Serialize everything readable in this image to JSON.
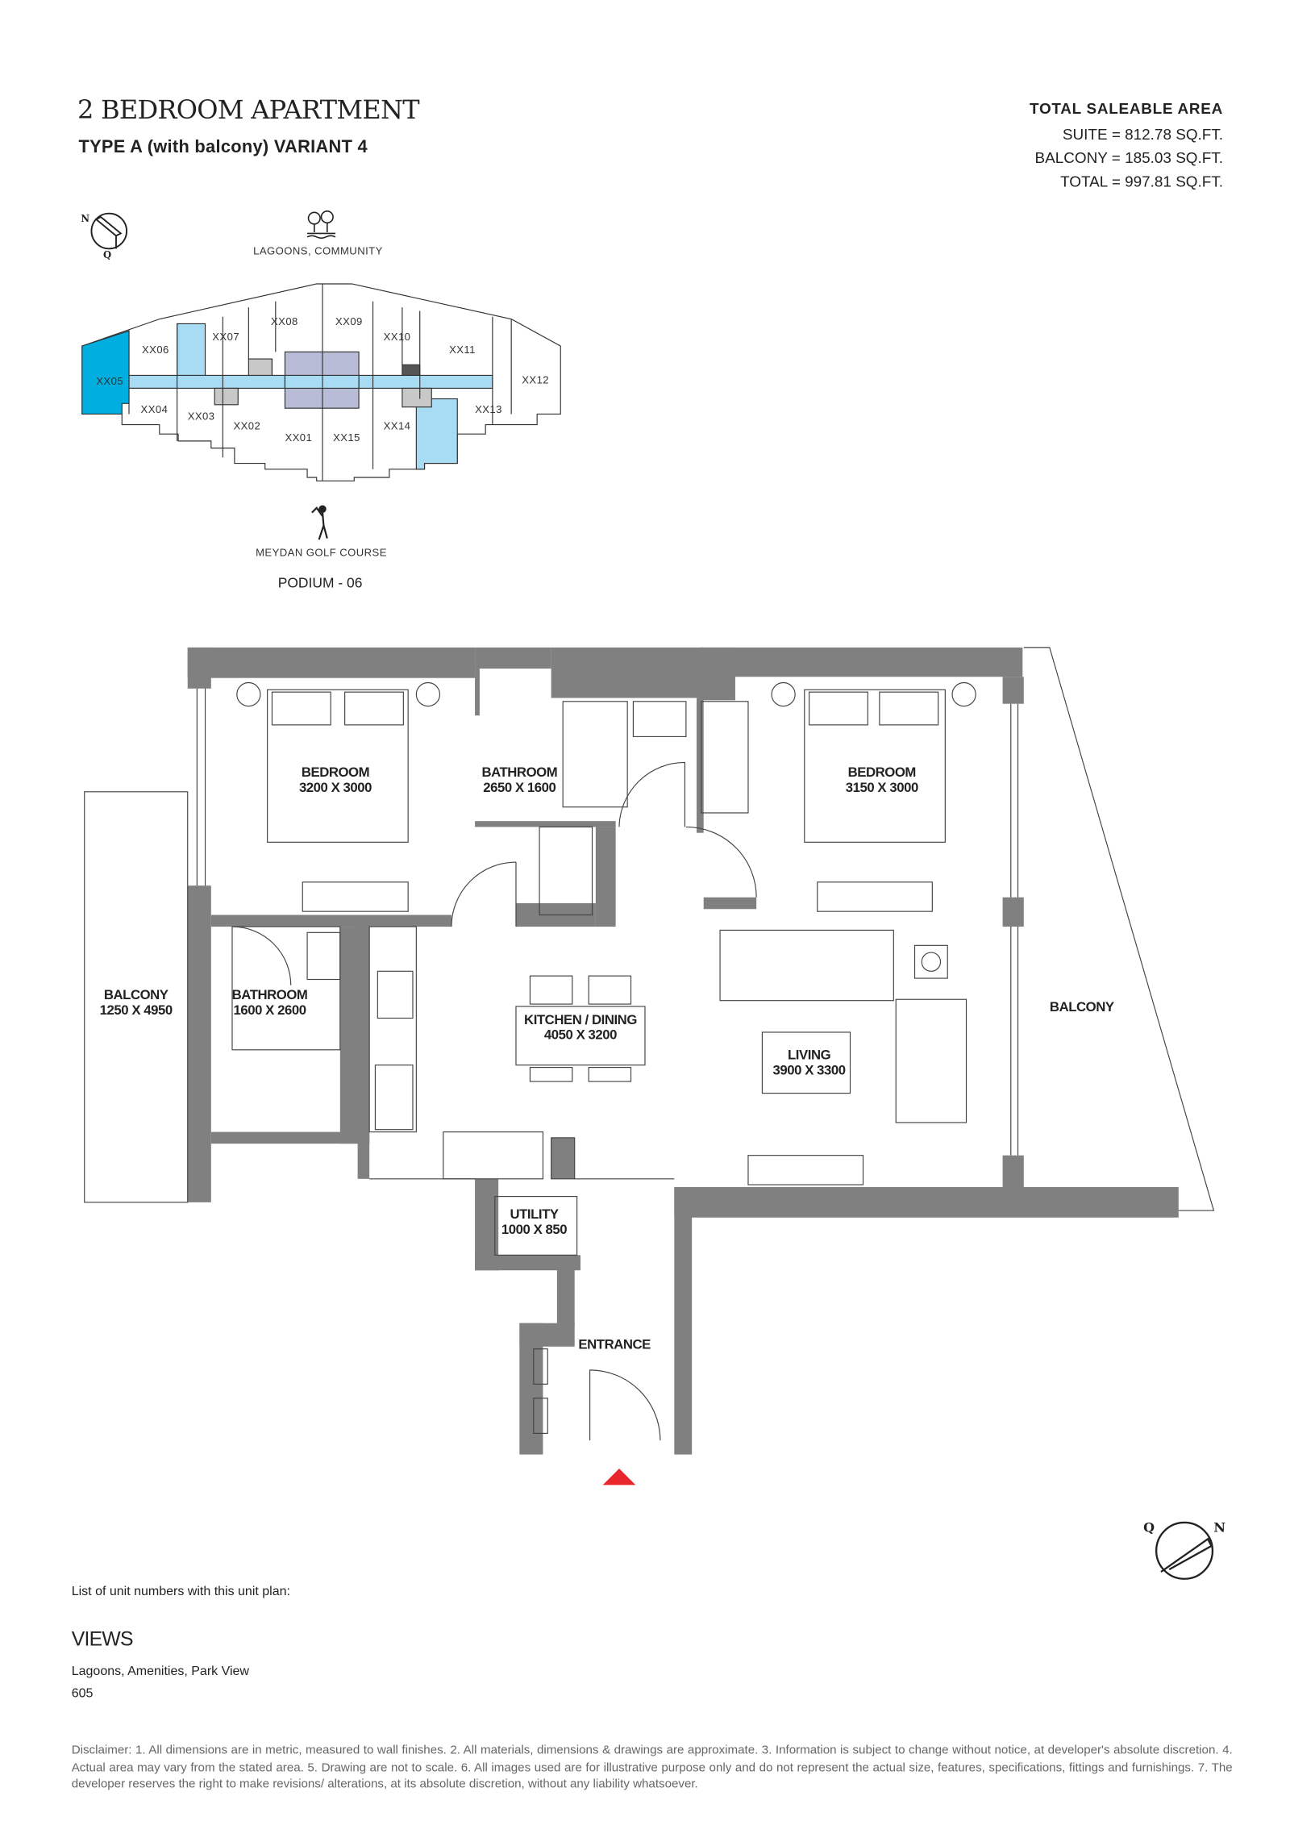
{
  "header": {
    "title": "2 BEDROOM APARTMENT",
    "subtitle": "TYPE A (with balcony) VARIANT 4"
  },
  "area": {
    "heading": "TOTAL SALEABLE AREA",
    "suite": "SUITE = 812.78 SQ.FT.",
    "balcony": "BALCONY = 185.03 SQ.FT.",
    "total": "TOTAL = 997.81 SQ.FT."
  },
  "key_plan": {
    "compass_n": "N",
    "compass_q": "Q",
    "top_view": "LAGOONS, COMMUNITY",
    "bottom_view": "MEYDAN GOLF COURSE",
    "level": "PODIUM - 06",
    "units": [
      "XX01",
      "XX02",
      "XX03",
      "XX04",
      "XX05",
      "XX06",
      "XX07",
      "XX08",
      "XX09",
      "XX10",
      "XX11",
      "XX12",
      "XX13",
      "XX14",
      "XX15"
    ],
    "highlight_color": "#00aee0",
    "corridor_color": "#a8dcf4"
  },
  "floor_plan": {
    "rooms": [
      {
        "name": "BEDROOM",
        "dims": "3200 X 3000"
      },
      {
        "name": "BATHROOM",
        "dims": "2650 X 1600"
      },
      {
        "name": "BEDROOM",
        "dims": "3150 X 3000"
      },
      {
        "name": "BALCONY",
        "dims": "1250 X 4950"
      },
      {
        "name": "BATHROOM",
        "dims": "1600 X 2600"
      },
      {
        "name": "KITCHEN / DINING",
        "dims": "4050 X 3200"
      },
      {
        "name": "LIVING",
        "dims": "3900 X 3300"
      },
      {
        "name": "BALCONY",
        "dims": ""
      },
      {
        "name": "UTILITY",
        "dims": "1000 X 850"
      },
      {
        "name": "ENTRANCE",
        "dims": ""
      }
    ],
    "wall_color": "#808080",
    "entrance_marker_color": "#e8262c",
    "compass_q": "Q",
    "compass_n": "N"
  },
  "footer": {
    "unit_list_label": "List of unit numbers with this unit plan:",
    "views_heading": "VIEWS",
    "views": "Lagoons, Amenities, Park View",
    "unit_number": "605",
    "disclaimer": "Disclaimer: 1. All dimensions are in metric, measured to wall finishes. 2. All materials, dimensions & drawings are approximate. 3. Information is subject to change without notice, at developer's absolute discretion. 4. Actual area may vary from the stated area. 5. Drawing are not to scale. 6. All images used are for illustrative purpose only and do not represent the actual size, features, specifications, fittings and furnishings. 7. The developer reserves the right to make revisions/ alterations, at its absolute discretion, without any liability whatsoever."
  }
}
